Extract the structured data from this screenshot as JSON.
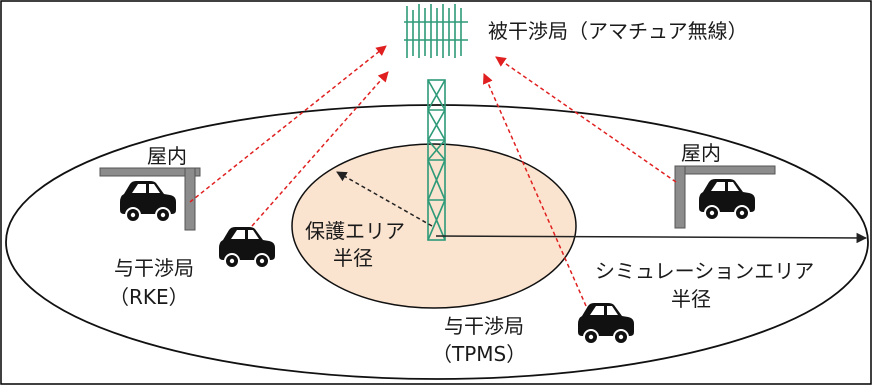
{
  "title": "被干渉局（アマチュア無線）",
  "indoor_left": "屋内",
  "indoor_right": "屋内",
  "protection_area": {
    "line1": "保護エリア",
    "line2": "半径"
  },
  "simulation_area": {
    "line1": "シミュレーションエリア",
    "line2": "半径"
  },
  "rke": {
    "line1": "与干渉局",
    "line2": "（RKE）"
  },
  "tpms": {
    "line1": "与干渉局",
    "line2": "（TPMS）"
  },
  "icons": [
    "antenna-tower-icon",
    "car-icon",
    "car-icon",
    "car-icon",
    "car-icon"
  ],
  "colors": {
    "inner_fill": "#fbe4cf",
    "tower": "#2e9a78",
    "interference_arrow": "#e02020",
    "radius_arrow_inner": "#222222",
    "radius_arrow_outer": "#222222",
    "garage": "#8c8c8c",
    "car": "#111111"
  }
}
